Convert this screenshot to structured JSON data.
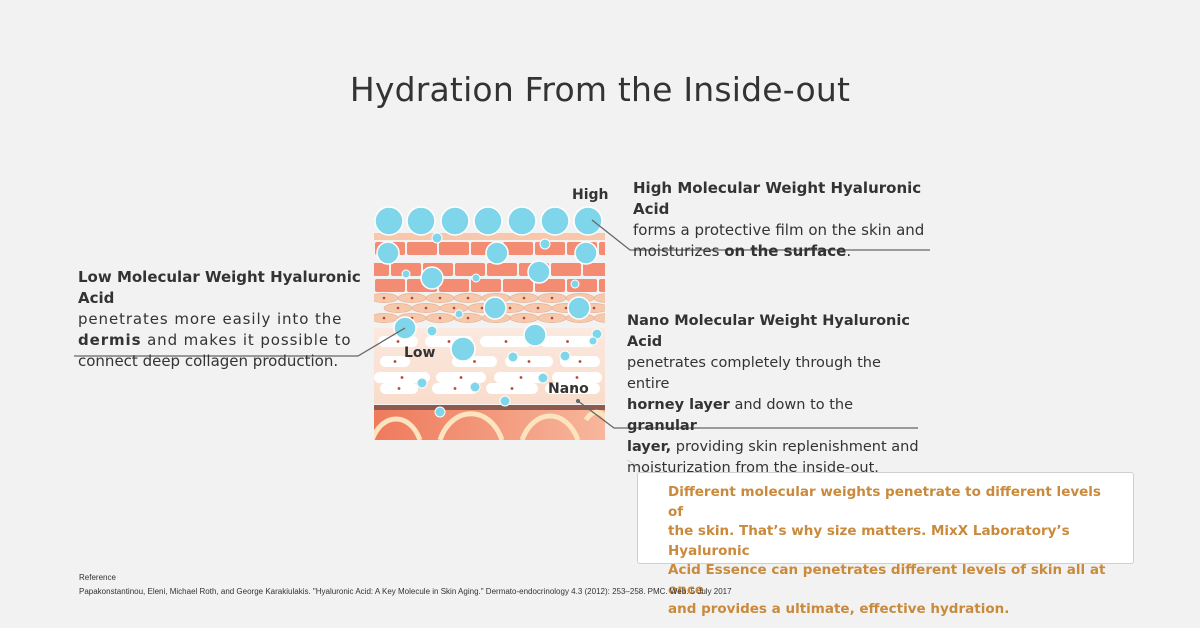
{
  "title": "Hydration From the Inside-out",
  "labels": {
    "high": "High",
    "low": "Low",
    "nano": "Nano"
  },
  "high": {
    "heading": "High Molecular Weight Hyaluronic Acid",
    "line1": "forms a protective film on the skin and",
    "line2_start": "moisturizes ",
    "line2_bold": "on the surface",
    "line2_end": "."
  },
  "low": {
    "heading": "Low Molecular Weight Hyaluronic Acid",
    "line1": "penetrates more easily into the",
    "line2_bold": "dermis",
    "line2_end": " and makes it possible to",
    "line3": "connect deep collagen production."
  },
  "nano": {
    "heading": "Nano Molecular Weight Hyaluronic Acid",
    "line1": "penetrates completely through the entire",
    "line2_bold1": "horney layer",
    "line2_mid": " and down to the ",
    "line2_bold2": "granular",
    "line3_bold": "layer,",
    "line3_end": " providing skin replenishment and",
    "line4": "moisturization from the inside-out."
  },
  "callout": {
    "line1": "Different molecular weights penetrate to different levels of",
    "line2": "the skin. That’s why size matters. MixX Laboratory’s Hyaluronic",
    "line3": "Acid Essence can penetrates different levels of skin all at once",
    "line4": "and provides a ultimate, effective hydration."
  },
  "reference": {
    "title": "Reference",
    "body": "Papakonstantinou, Eleni, Michael Roth, and George Karakiulakis. \"Hyaluronic Acid: A Key Molecule in Skin Aging.\" Dermato-endocrinology 4.3 (2012): 253–258. PMC. Web. 5 July 2017"
  },
  "colors": {
    "background": "#f2f2f2",
    "molecule": "#7fd6ea",
    "brick": "#f48c74",
    "cell": "#f6c8ac",
    "dermis": "#fae4d8",
    "deep_layer": "#f08a68",
    "callout_text": "#c98a3c"
  }
}
